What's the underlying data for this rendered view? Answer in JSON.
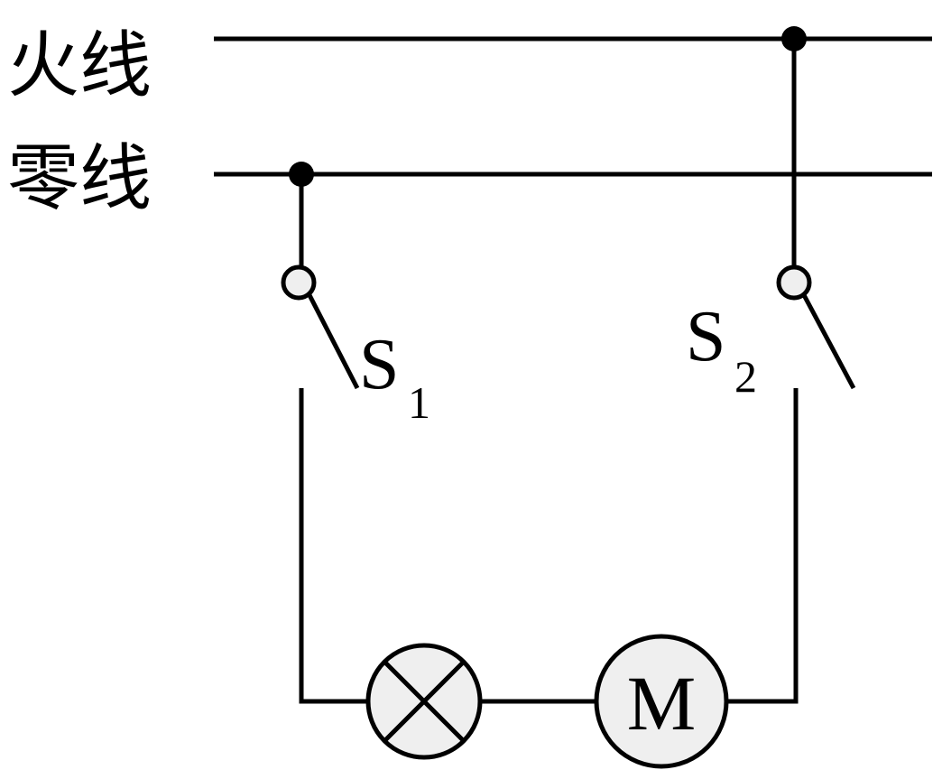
{
  "labels": {
    "live_wire": "火线",
    "neutral_wire": "零线"
  },
  "switches": [
    {
      "letter": "S",
      "subscript": "1"
    },
    {
      "letter": "S",
      "subscript": "2"
    }
  ],
  "components": {
    "lamp_symbol": "crossed-circle-lamp",
    "motor_label": "M"
  },
  "colors": {
    "line": "#000000",
    "fill": "#efefef",
    "background": "#ffffff"
  }
}
